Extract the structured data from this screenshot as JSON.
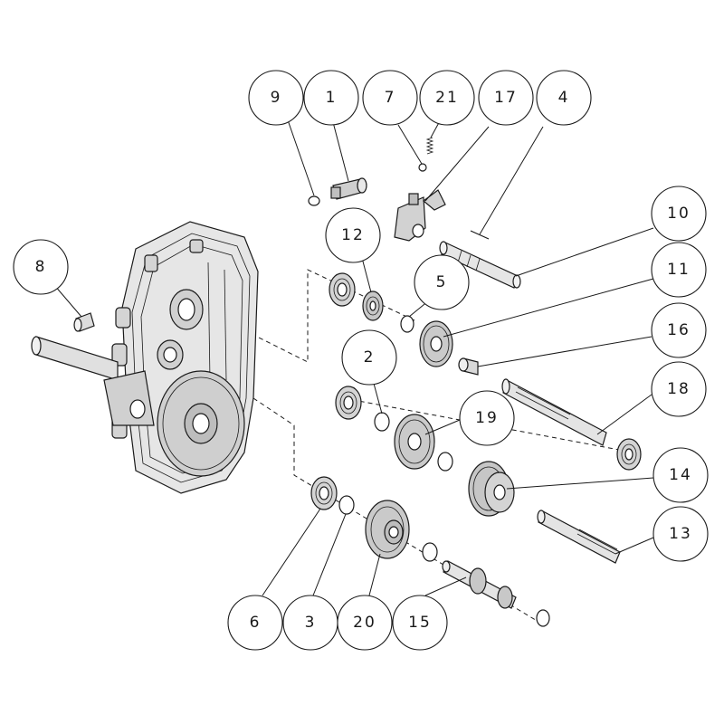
{
  "diagram": {
    "background_color": "#ffffff",
    "line_color": "#1a1a1a",
    "part_fill": "#d8d8d8",
    "callouts": [
      {
        "id": "9",
        "label": "9"
      },
      {
        "id": "1",
        "label": "1"
      },
      {
        "id": "7",
        "label": "7"
      },
      {
        "id": "21",
        "label": "21"
      },
      {
        "id": "17",
        "label": "17"
      },
      {
        "id": "4",
        "label": "4"
      },
      {
        "id": "10",
        "label": "10"
      },
      {
        "id": "12",
        "label": "12"
      },
      {
        "id": "5",
        "label": "5"
      },
      {
        "id": "11",
        "label": "11"
      },
      {
        "id": "16",
        "label": "16"
      },
      {
        "id": "8",
        "label": "8"
      },
      {
        "id": "2",
        "label": "2"
      },
      {
        "id": "18",
        "label": "18"
      },
      {
        "id": "19",
        "label": "19"
      },
      {
        "id": "14",
        "label": "14"
      },
      {
        "id": "13",
        "label": "13"
      },
      {
        "id": "6",
        "label": "6"
      },
      {
        "id": "3",
        "label": "3"
      },
      {
        "id": "20",
        "label": "20"
      },
      {
        "id": "15",
        "label": "15"
      }
    ]
  }
}
